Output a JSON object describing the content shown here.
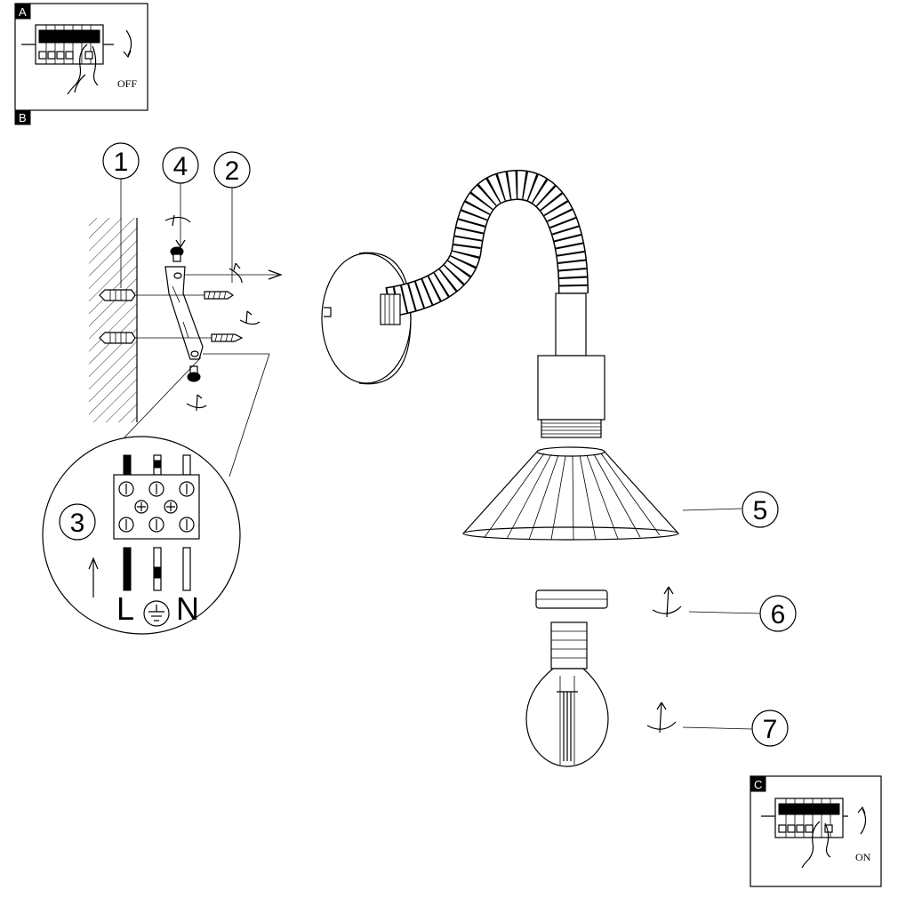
{
  "panels": {
    "a": {
      "tag": "A",
      "switch_label": "OFF"
    },
    "b": {
      "tag": "B"
    },
    "c": {
      "tag": "C",
      "switch_label": "ON"
    }
  },
  "callouts": [
    "1",
    "2",
    "3",
    "4",
    "5",
    "6",
    "7"
  ],
  "wiring": {
    "live": "L",
    "neutral": "N"
  }
}
